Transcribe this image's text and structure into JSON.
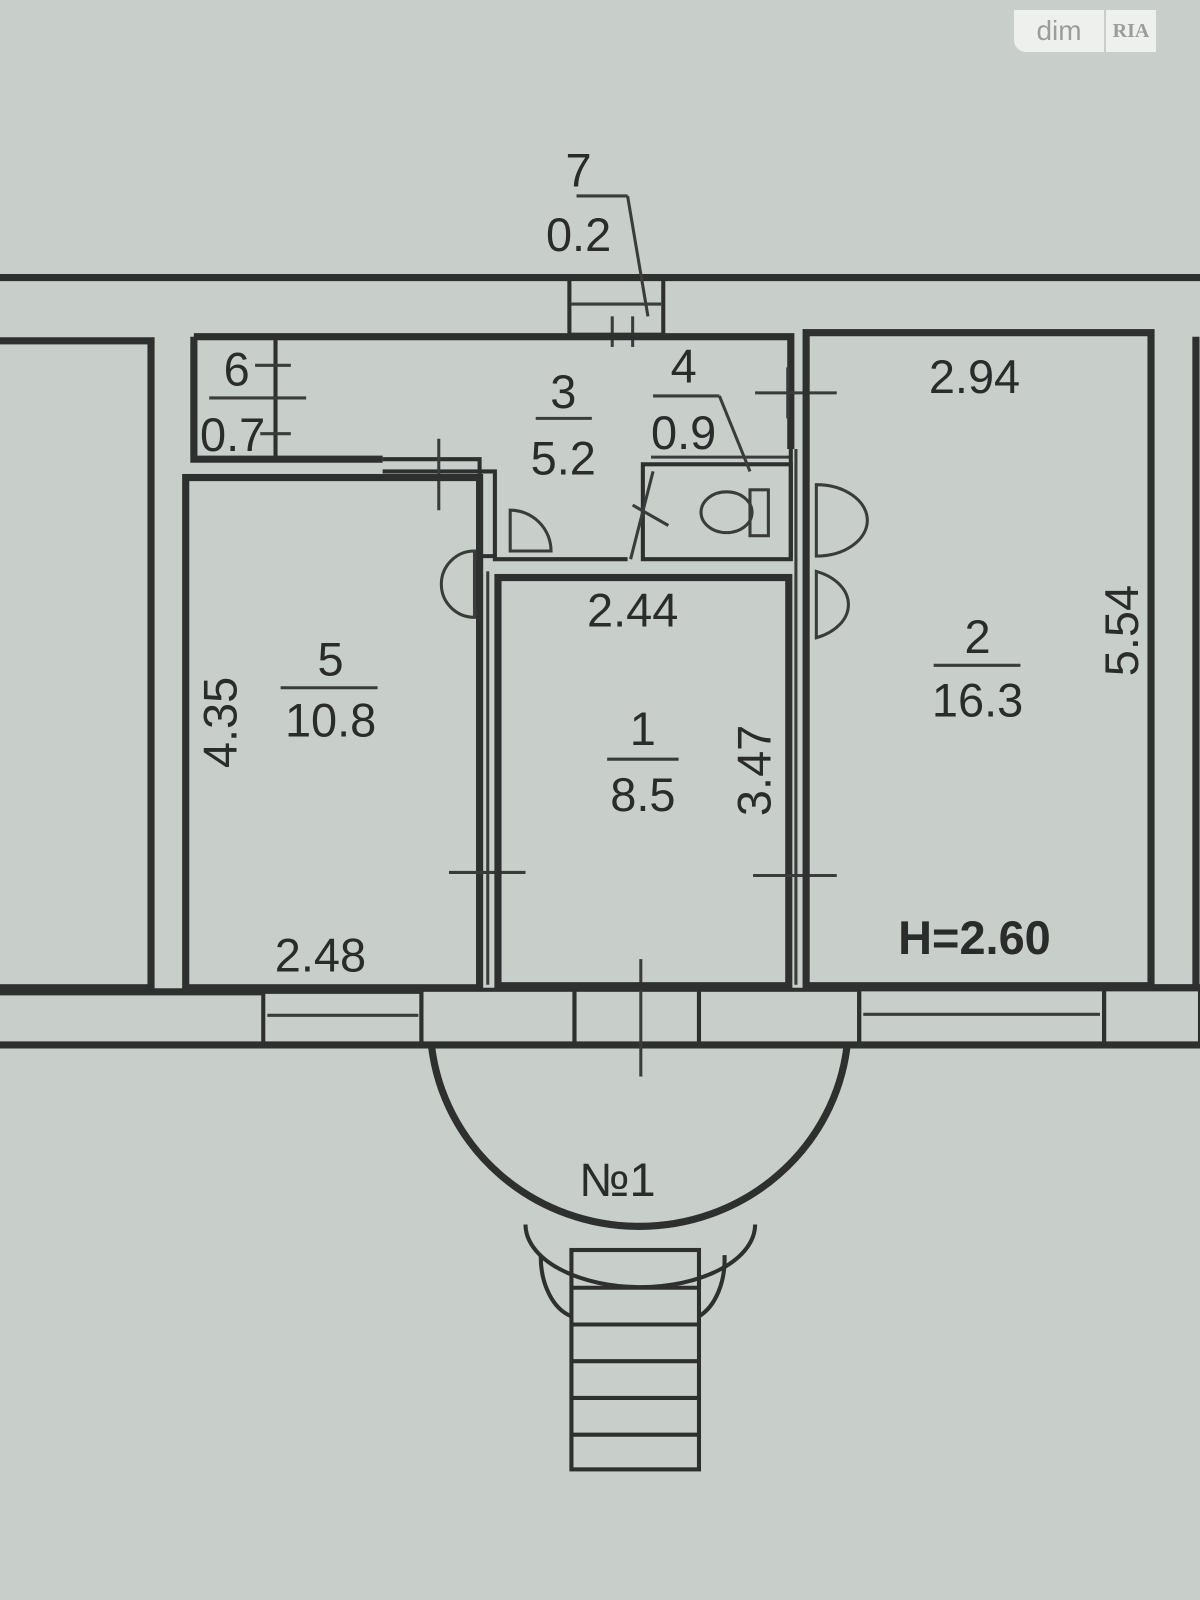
{
  "watermark": {
    "part1": "dim",
    "part2": "RIA"
  },
  "rooms": [
    {
      "number": "1",
      "area": "8.5"
    },
    {
      "number": "2",
      "area": "16.3"
    },
    {
      "number": "3",
      "area": "5.2"
    },
    {
      "number": "4",
      "area": "0.9"
    },
    {
      "number": "5",
      "area": "10.8"
    },
    {
      "number": "6",
      "area": "0.7"
    },
    {
      "number": "7",
      "area": "0.2"
    }
  ],
  "dimensions": {
    "room2_width": "2.94",
    "room2_length": "5.54",
    "room5_length": "4.35",
    "room5_width": "2.48",
    "room1_width": "2.44",
    "room1_length": "3.47"
  },
  "ceiling_height": "H=2.60",
  "porch_label": "№1"
}
